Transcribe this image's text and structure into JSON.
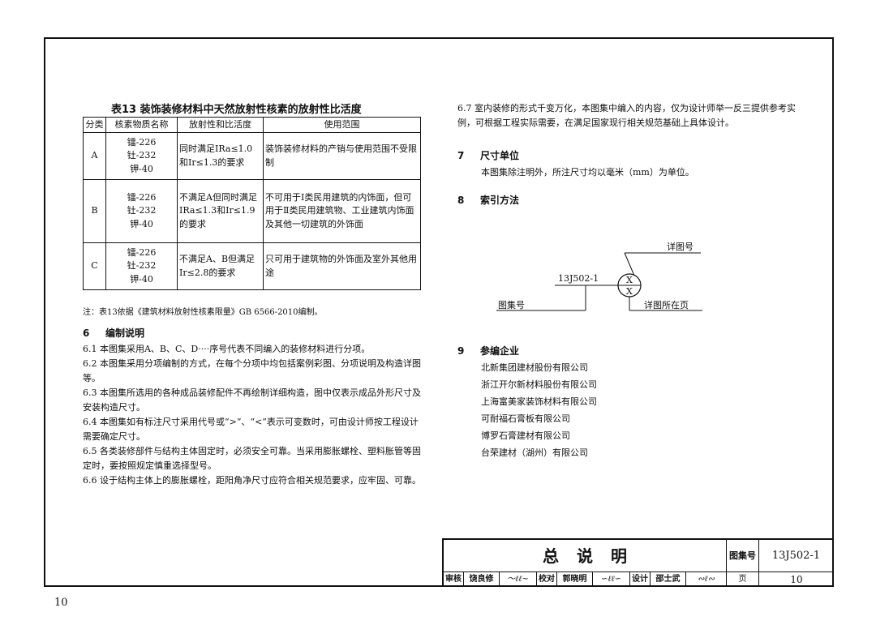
{
  "table13": {
    "title": "表13 装饰装修材料中天然放射性核素的放射性比活度",
    "headers": [
      "分类",
      "核素物质名称",
      "放射性和比活度",
      "使用范围"
    ],
    "rows": [
      {
        "cls": "A",
        "nuclides": [
          "镭-226",
          "钍-232",
          "钾-40"
        ],
        "activity": "同时满足IRa≤1.0和Ir≤1.3的要求",
        "scope": "装饰装修材料的产销与使用范围不受限制"
      },
      {
        "cls": "B",
        "nuclides": [
          "镭-226",
          "钍-232",
          "钾-40"
        ],
        "activity": "不满足A但同时满足IRa≤1.3和Ir≤1.9的要求",
        "scope": "不可用于Ⅰ类民用建筑的内饰面，但可用于Ⅱ类民用建筑物、工业建筑内饰面及其他一切建筑的外饰面"
      },
      {
        "cls": "C",
        "nuclides": [
          "镭-226",
          "钍-232",
          "钾-40"
        ],
        "activity": "不满足A、B但满足Ir≤2.8的要求",
        "scope": "只可用于建筑物的外饰面及室外其他用途"
      }
    ],
    "note": "注：表13依据《建筑材料放射性核素限量》GB 6566-2010编制。"
  },
  "section6": {
    "num": "6",
    "title": "编制说明",
    "items": [
      "6.1 本图集采用A、B、C、D····序号代表不同编入的装修材料进行分项。",
      "6.2 本图集采用分项编制的方式，在每个分项中均包括案例彩图、分项说明及构造详图等。",
      "6.3 本图集所选用的各种成品装修配件不再绘制详细构造，图中仅表示成品外形尺寸及安装构造尺寸。",
      "6.4 本图集如有标注尺寸采用代号或“>”、“<”表示可变数时，可由设计师按工程设计需要确定尺寸。",
      "6.5 各类装修部件与结构主体固定时，必须安全可靠。当采用膨胀螺栓、塑料胀管等固定时，要按照规定慎重选择型号。",
      "6.6 设于结构主体上的膨胀螺栓，距阳角净尺寸应符合相关规范要求，应牢固、可靠。"
    ]
  },
  "item67": "6.7 室内装修的形式千变万化，本图集中编入的内容，仅为设计师举一反三提供参考实例，可根据工程实际需要，在满足国家现行相关规范基础上具体设计。",
  "section7": {
    "num": "7",
    "title": "尺寸单位",
    "text": "本图集除注明外，所注尺寸均以毫米（mm）为单位。"
  },
  "section8": {
    "num": "8",
    "title": "索引方法",
    "diagram": {
      "detail_no": "详图号",
      "atlas_code": "13J502-1",
      "symbol": "X",
      "atlas_label": "图集号",
      "page_label": "详图所在页"
    }
  },
  "section9": {
    "num": "9",
    "title": "参编企业",
    "companies": [
      "北新集团建材股份有限公司",
      "浙江开尔新材料股份有限公司",
      "上海富美家装饰材料有限公司",
      "可耐福石膏板有限公司",
      "博罗石膏建材有限公司",
      "台荣建材（湖州）有限公司"
    ]
  },
  "titleblock": {
    "drawing_title": "总说明",
    "atlas_label": "图集号",
    "atlas_no": "13J502-1",
    "page_label": "页",
    "page_no": "10",
    "review_label": "审核",
    "reviewer": "饶良修",
    "check_label": "校对",
    "checker": "郭晓明",
    "design_label": "设计",
    "designer": "邵士武"
  },
  "page_number": "10"
}
